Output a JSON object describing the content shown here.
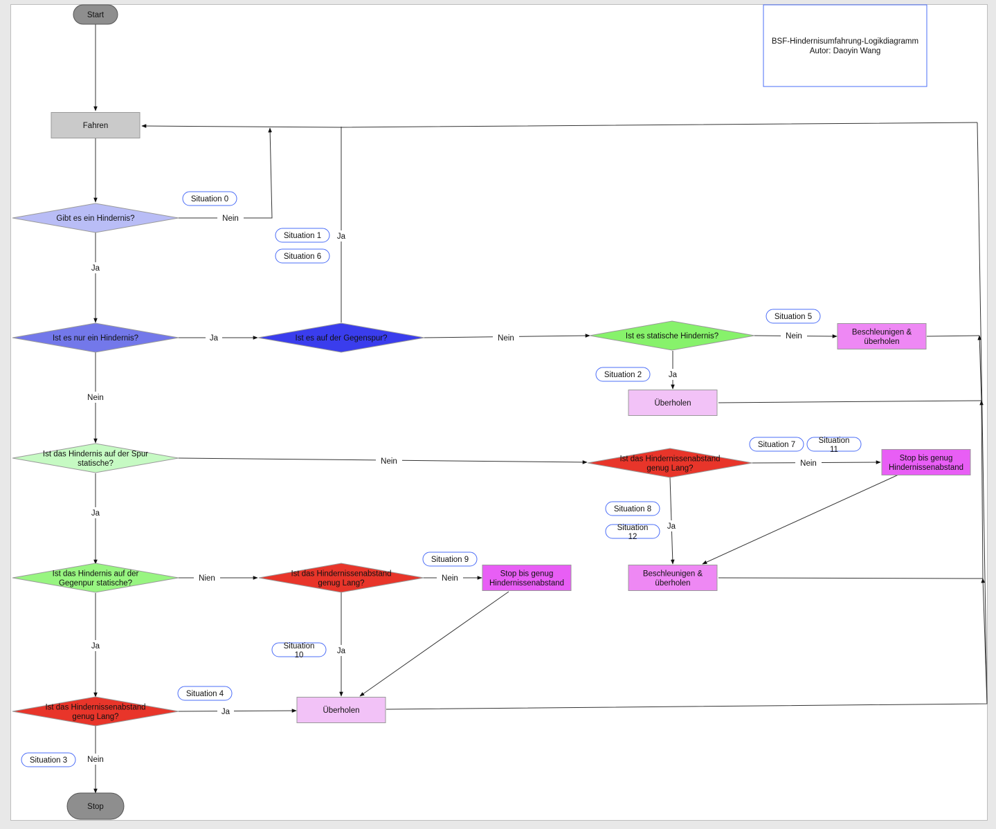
{
  "title_box": {
    "line1": "BSF-Hindernisumfahrung-Logikdiagramm",
    "line2": "Autor: Daoyin Wang",
    "border_color": "#4a6cf7"
  },
  "colors": {
    "terminal": "#8e8e8e",
    "process_gray": "#cacaca",
    "decision_lavender": "#b9bdf6",
    "decision_blue_light": "#7378ea",
    "decision_blue": "#3a3ded",
    "decision_green": "#87f26b",
    "decision_green_light": "#c6fac3",
    "decision_green_mid": "#98f581",
    "decision_red": "#e8352a",
    "process_pink_light": "#f2c2f7",
    "process_magenta": "#ee88f4",
    "process_magenta_strong": "#e85ef5",
    "situation_border": "#4a6cf7"
  },
  "nodes": {
    "start": "Start",
    "fahren": "Fahren",
    "d_gibt": "Gibt es ein Hindernis?",
    "d_nur": "Ist es nur ein Hindernis?",
    "d_gegenspur": "Ist es auf der Gegenspur?",
    "d_statisch": "Ist es statische Hindernis?",
    "p_beschl1": [
      "Beschleunigen &",
      "überholen"
    ],
    "p_ueberholen1": "Überholen",
    "d_spur_statisch": [
      "Ist das Hindernis auf der Spur",
      "statische?"
    ],
    "d_abstand1": [
      "Ist das Hindernissenabstand",
      "genug Lang?"
    ],
    "p_stop1": [
      "Stop bis genug",
      "Hindernissenabstand"
    ],
    "p_beschl2": [
      "Beschleunigen &",
      "überholen"
    ],
    "d_gegen_statisch": [
      "Ist das Hindernis auf der",
      "Gegenpur statische?"
    ],
    "d_abstand2": [
      "Ist das Hindernissenabstand",
      "genug Lang?"
    ],
    "p_stop2": [
      "Stop bis genug",
      "Hindernissenabstand"
    ],
    "d_abstand3": [
      "Ist das Hindernissenabstand",
      "genug Lang?"
    ],
    "p_ueberholen2": "Überholen",
    "stop": "Stop"
  },
  "edge_labels": {
    "gibt_nein": "Nein",
    "gibt_ja": "Ja",
    "nur_ja": "Ja",
    "nur_nein": "Nein",
    "gegenspur_ja": "Ja",
    "gegenspur_nein": "Nein",
    "statisch_nein": "Nein",
    "statisch_ja": "Ja",
    "spur_nein": "Nein",
    "spur_ja": "Ja",
    "abstand1_nein": "Nein",
    "abstand1_ja": "Ja",
    "gegen_nien": "Nien",
    "gegen_ja": "Ja",
    "abstand2_nein": "Nein",
    "abstand2_ja": "Ja",
    "abstand3_ja": "Ja",
    "abstand3_nein": "Nein"
  },
  "situations": {
    "s0": [
      "Situation 0"
    ],
    "s1": [
      "Situation 1"
    ],
    "s6": [
      "Situation 6"
    ],
    "s5": [
      "Situation 5"
    ],
    "s2": [
      "Situation 2"
    ],
    "s7": [
      "Situation 7"
    ],
    "s11": [
      "Situation",
      "11"
    ],
    "s8": [
      "Situation 8"
    ],
    "s12": [
      "Situation",
      "12"
    ],
    "s9": [
      "Situation 9"
    ],
    "s10": [
      "Situation",
      "10"
    ],
    "s4": [
      "Situation 4"
    ],
    "s3": [
      "Situation 3"
    ]
  }
}
